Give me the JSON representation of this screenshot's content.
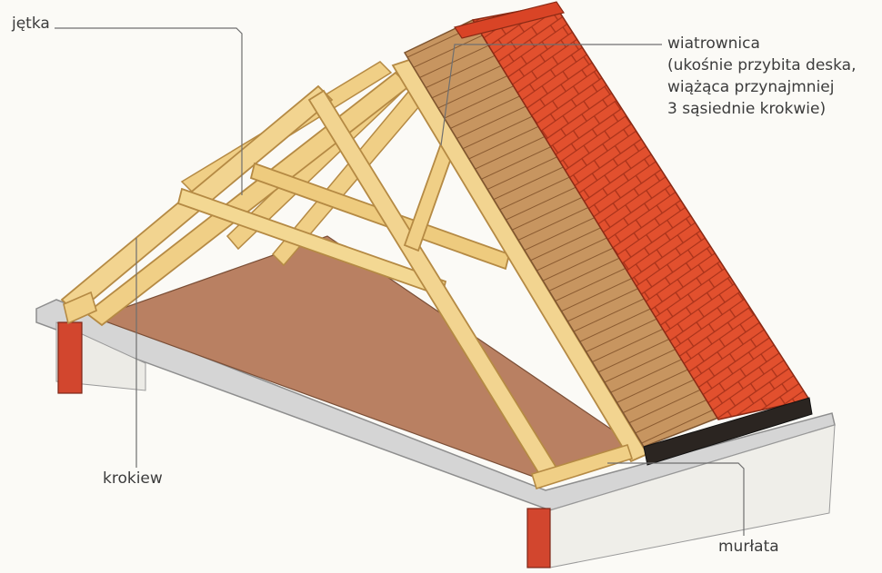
{
  "labels": {
    "jetka": "jętka",
    "wiatrownica_lines": [
      "wiatrownica",
      "(ukośnie przybita deska,",
      "wiążąca przynajmniej",
      "3 sąsiednie krokwie)"
    ],
    "krokiew": "krokiew",
    "murlata": "murłata"
  },
  "colors": {
    "timber": "#f0cf86",
    "timber_edge": "#b58a44",
    "tile": "#e2502e",
    "tile_line": "#a8321a",
    "boarding": "#c79560",
    "floor": "#b98062",
    "wall_top": "#d8d8d8",
    "brick": "#d2462e",
    "leader": "#6f6f6f"
  }
}
